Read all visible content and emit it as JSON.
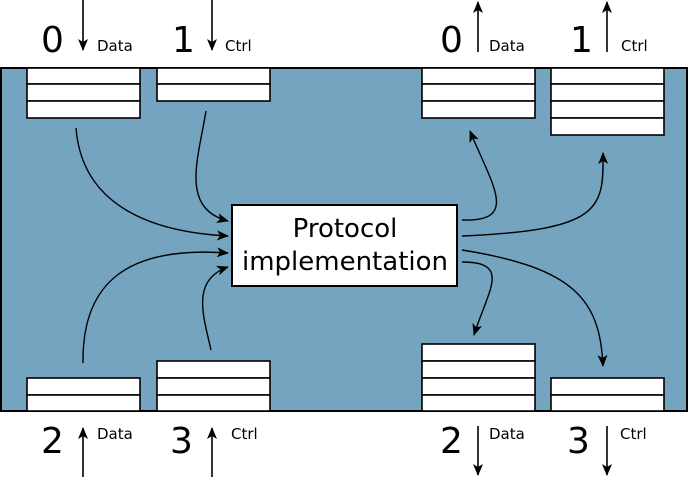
{
  "colors": {
    "panel_fill": "#75a4c1",
    "panel_stroke": "#000000",
    "box_fill": "#ffffff",
    "line": "#000000"
  },
  "center_box": {
    "line1": "Protocol",
    "line2": "implementation"
  },
  "ports": {
    "top_left": [
      {
        "number": "0",
        "label": "Data",
        "direction": "in"
      },
      {
        "number": "1",
        "label": "Ctrl",
        "direction": "in"
      }
    ],
    "top_right": [
      {
        "number": "0",
        "label": "Data",
        "direction": "out"
      },
      {
        "number": "1",
        "label": "Ctrl",
        "direction": "out"
      }
    ],
    "bottom_left": [
      {
        "number": "2",
        "label": "Data",
        "direction": "in"
      },
      {
        "number": "3",
        "label": "Ctrl",
        "direction": "in"
      }
    ],
    "bottom_right": [
      {
        "number": "2",
        "label": "Data",
        "direction": "out"
      },
      {
        "number": "3",
        "label": "Ctrl",
        "direction": "out"
      }
    ]
  },
  "icons": {
    "arrow_down": "arrow-down-icon",
    "arrow_up": "arrow-up-icon"
  }
}
